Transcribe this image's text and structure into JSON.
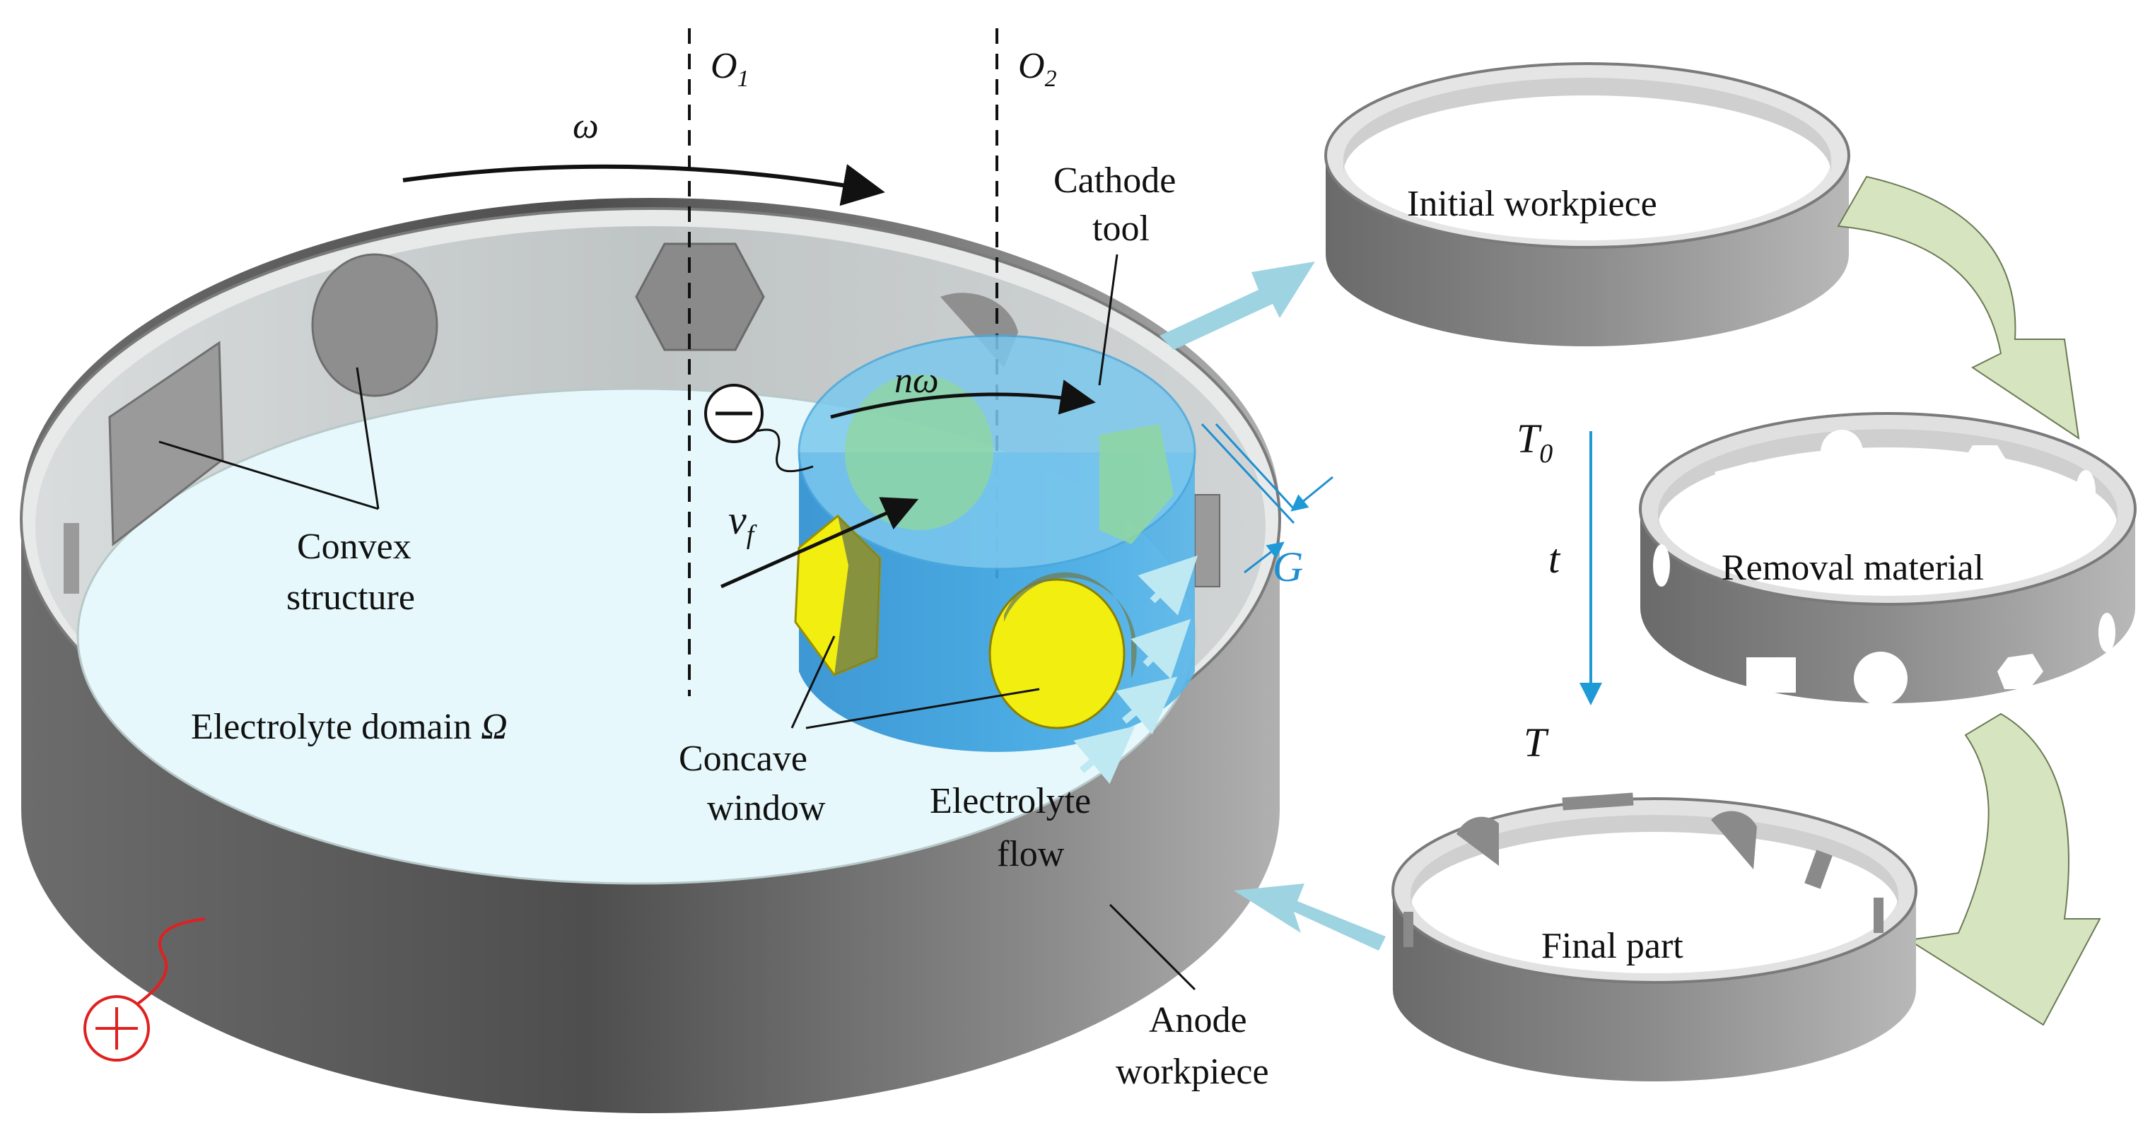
{
  "labels": {
    "omega": "ω",
    "o1_main": "O",
    "o1_sub": "1",
    "o2_main": "O",
    "o2_sub": "2",
    "n_omega": "nω",
    "cathode_line1": "Cathode",
    "cathode_line2": "tool",
    "minus": "−",
    "vf_main": "v",
    "vf_sub": "f",
    "convex_line1": "Convex",
    "convex_line2": "structure",
    "G": "G",
    "electrolyte_domain": "Electrolyte domain ",
    "electrolyte_domain_symbol": "Ω",
    "concave_line1": "Concave",
    "concave_line2": "window",
    "flow_line1": "Electrolyte",
    "flow_line2": "flow",
    "anode_line1": "Anode",
    "anode_line2": "workpiece",
    "plus": "+",
    "initial_workpiece": "Initial workpiece",
    "T0_main": "T",
    "T0_sub": "0",
    "t": "t",
    "T": "T",
    "removal_material": "Removal material",
    "final_part": "Final part"
  },
  "colors": {
    "wall_dark": "#5a5a5a",
    "wall_mid": "#8a8a8a",
    "wall_light": "#c9c9c9",
    "electrolyte": "#e6f8fb",
    "cathode_blue": "#3aa2de",
    "cathode_light": "#7cc8ee",
    "window_yellow": "#f2ee10",
    "process_arrow": "#d7e4c0",
    "flow_arrow": "#7fc6d8",
    "time_arrow": "#1e9ad6",
    "electrode_red": "#e02020"
  }
}
